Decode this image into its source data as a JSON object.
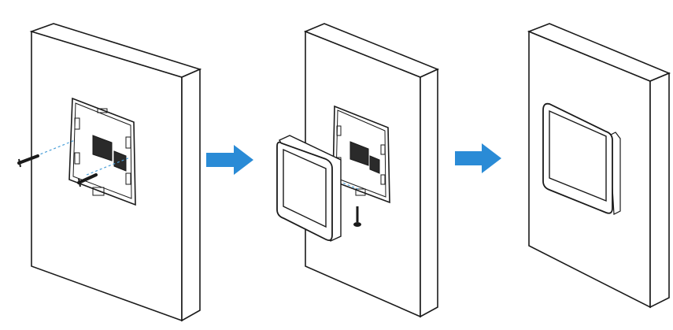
{
  "diagram": {
    "steps": [
      {
        "id": 1,
        "description_icon": "wall-bracket-mounting-screws"
      },
      {
        "id": 2,
        "description_icon": "attach-panel-to-bracket"
      },
      {
        "id": 3,
        "description_icon": "panel-mounted-on-wall"
      }
    ],
    "colors": {
      "outline": "#1a1a1a",
      "wall_fill": "#ffffff",
      "arrow": "#2a8bd6",
      "guide_line": "#4a9fd8",
      "screen_fill": "#ffffff"
    }
  }
}
